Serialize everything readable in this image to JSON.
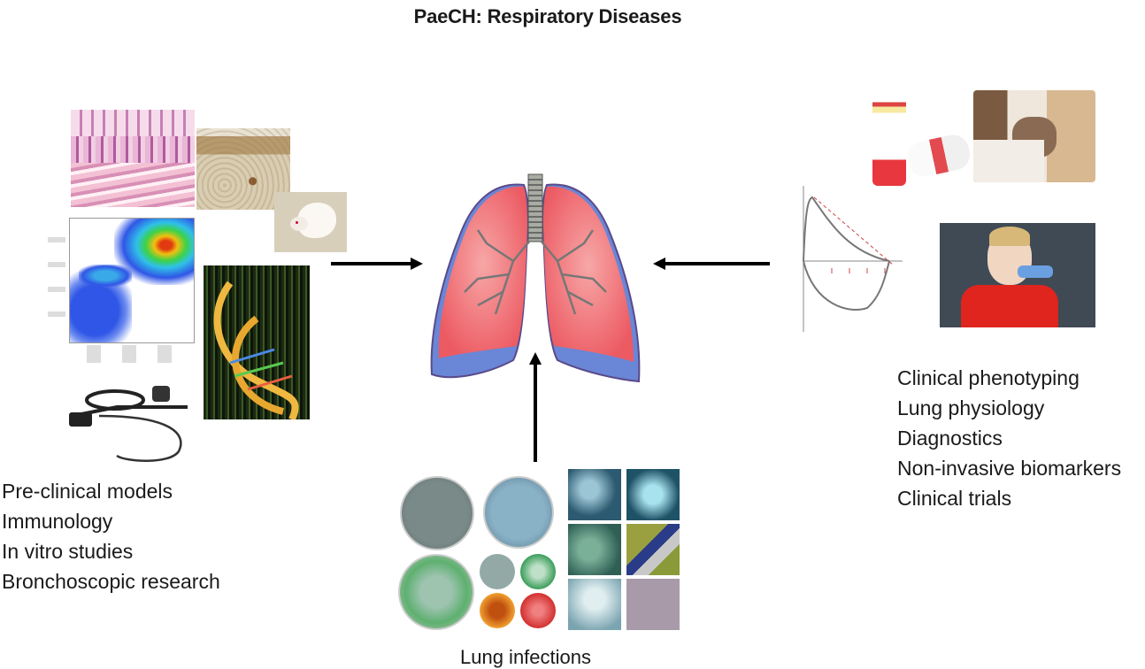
{
  "title": "PaeCH: Respiratory Diseases",
  "center": {
    "name": "lungs-illustration"
  },
  "left_panel": {
    "images": [
      "histology-section",
      "immunohistochemistry-section",
      "lab-mouse",
      "flow-cytometry-plot",
      "dna-helix",
      "bronchoscope"
    ],
    "labels": [
      "Pre-clinical models",
      "Immunology",
      "In vitro studies",
      "Bronchoscopic research"
    ]
  },
  "right_panel": {
    "images": [
      "inhaler-canisters",
      "clinician-with-child",
      "flow-volume-loop",
      "child-using-inhaler"
    ],
    "labels": [
      "Clinical phenotyping",
      "Lung physiology",
      "Diagnostics",
      "Non-invasive biomarkers",
      "Clinical trials"
    ]
  },
  "bottom_panel": {
    "images": [
      "petri-dish-cultures",
      "microbial-micrographs"
    ],
    "label": "Lung infections"
  },
  "arrows": [
    {
      "from": "left_panel",
      "to": "center",
      "direction": "right"
    },
    {
      "from": "right_panel",
      "to": "center",
      "direction": "left"
    },
    {
      "from": "bottom_panel",
      "to": "center",
      "direction": "up"
    }
  ]
}
